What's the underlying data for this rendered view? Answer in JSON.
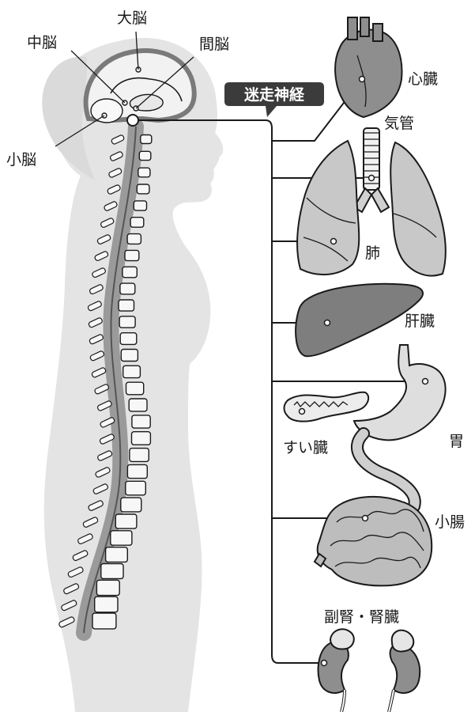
{
  "labels": {
    "cerebrum": "大脳",
    "midbrain": "中脳",
    "diencephalon": "間脳",
    "cerebellum": "小脳",
    "vagus_nerve": "迷走神経",
    "heart": "心臓",
    "trachea": "気管",
    "lung": "肺",
    "liver": "肝臓",
    "pancreas": "すい臓",
    "stomach": "胃",
    "small_intestine": "小腸",
    "adrenal_kidney": "副腎・腎臓"
  },
  "colors": {
    "body": "#e4e4e4",
    "bone": "#f6f6f6",
    "organ_light": "#c4c4c4",
    "organ_mid": "#a6a6a6",
    "organ_dark": "#7a7a7a",
    "tag_bg": "#3b3b3b",
    "line": "#1a1a1a"
  }
}
